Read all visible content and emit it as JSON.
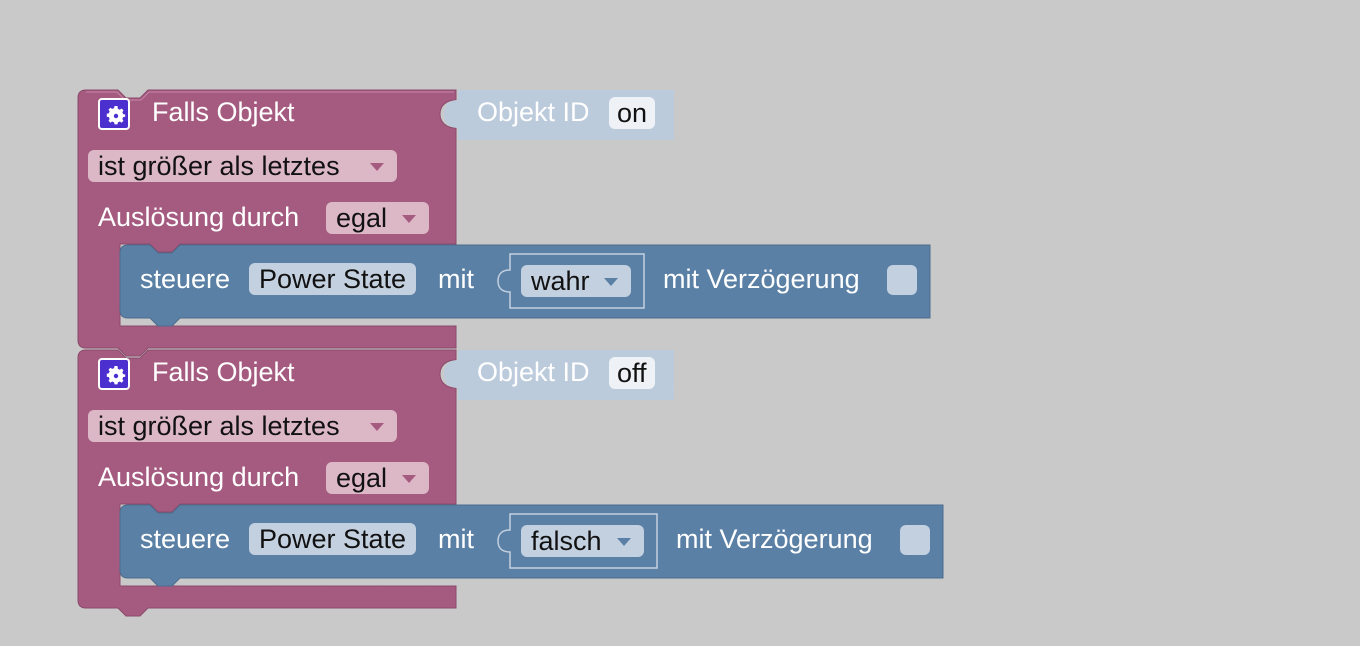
{
  "blocks": [
    {
      "trigger_label": "Falls Objekt",
      "object_id_label": "Objekt ID",
      "object_id_value": "on",
      "condition": "ist größer als letztes",
      "trigger_by_label": "Auslösung durch",
      "trigger_by_value": "egal",
      "control_label": "steuere",
      "control_target": "Power State",
      "with_label": "mit",
      "value": "wahr",
      "delay_label": "mit Verzögerung"
    },
    {
      "trigger_label": "Falls Objekt",
      "object_id_label": "Objekt ID",
      "object_id_value": "off",
      "condition": "ist größer als letztes",
      "trigger_by_label": "Auslösung durch",
      "trigger_by_value": "egal",
      "control_label": "steuere",
      "control_target": "Power State",
      "with_label": "mit",
      "value": "falsch",
      "delay_label": "mit Verzögerung"
    }
  ],
  "colors": {
    "trigger_block": "#a55b80",
    "action_block": "#5b80a5",
    "object_id_block": "#bccbdc",
    "gear_icon": "#4b2fcf"
  },
  "icons": {
    "trigger_icon": "gear-icon",
    "dropdown_icon": "chevron-down-icon"
  }
}
